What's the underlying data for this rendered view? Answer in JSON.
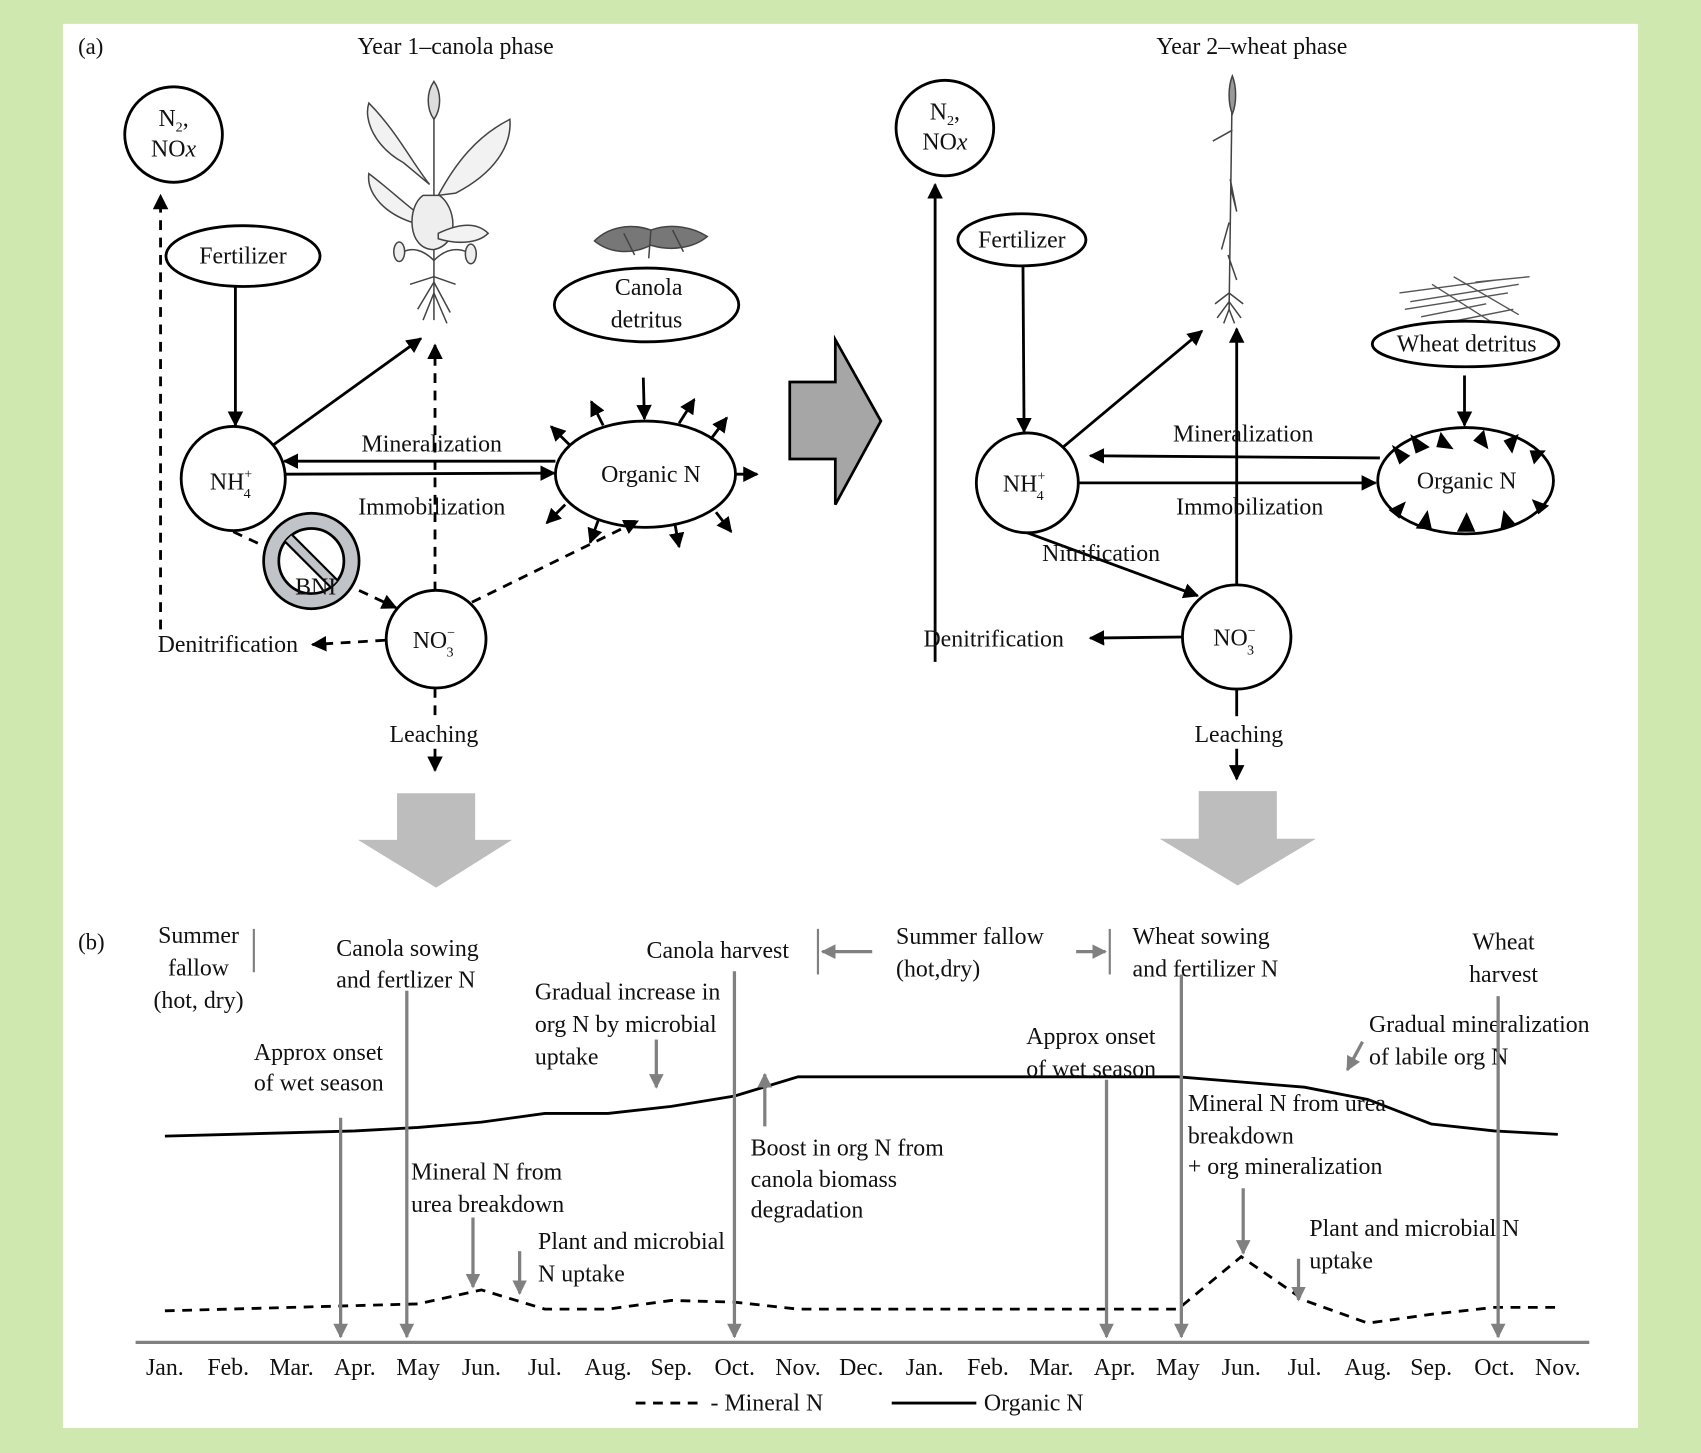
{
  "panel_a": {
    "label": "(a)",
    "year1": {
      "title": "Year 1–canola phase",
      "gas_node": {
        "line1": "N",
        "line1_sub": "2",
        "line1_suffix": ",",
        "line2": "NO",
        "line2_italic": "x"
      },
      "fertilizer": "Fertilizer",
      "detritus": {
        "line1": "Canola",
        "line2": "detritus"
      },
      "nh4": {
        "base": "NH",
        "sup": "+",
        "sub": "4"
      },
      "organic_n": "Organic N",
      "no3": {
        "base": "NO",
        "sup": "−",
        "sub": "3"
      },
      "mineralization": "Mineralization",
      "immobilization": "Immobilization",
      "bni": "BNI",
      "denitrification": "Denitrification",
      "leaching": "Leaching"
    },
    "year2": {
      "title": "Year 2–wheat phase",
      "gas_node": {
        "line1": "N",
        "line1_sub": "2",
        "line1_suffix": ",",
        "line2": "NO",
        "line2_italic": "x"
      },
      "fertilizer": "Fertilizer",
      "detritus": "Wheat detritus",
      "nh4": {
        "base": "NH",
        "sup": "+",
        "sub": "4"
      },
      "organic_n": "Organic N",
      "no3": {
        "base": "NO",
        "sup": "−",
        "sub": "3"
      },
      "mineralization": "Mineralization",
      "immobilization": "Immobilization",
      "nitrification": "Nitrification",
      "denitrification": "Denitrification",
      "leaching": "Leaching"
    }
  },
  "panel_b": {
    "label": "(b)",
    "months": [
      "Jan.",
      "Feb.",
      "Mar.",
      "Apr.",
      "May",
      "Jun.",
      "Jul.",
      "Aug.",
      "Sep.",
      "Oct.",
      "Nov.",
      "Dec.",
      "Jan.",
      "Feb.",
      "Mar.",
      "Apr.",
      "May",
      "Jun.",
      "Jul.",
      "Aug.",
      "Sep.",
      "Oct.",
      "Nov."
    ],
    "annotations": {
      "summer_fallow_1": [
        "Summer",
        "fallow",
        "(hot, dry)"
      ],
      "canola_sowing": [
        "Canola sowing",
        "and fertlizer N"
      ],
      "canola_harvest": "Canola harvest",
      "summer_fallow_2": [
        "Summer fallow",
        "(hot,dry)"
      ],
      "wheat_sowing": [
        "Wheat sowing",
        "and fertilizer N"
      ],
      "wheat_harvest": [
        "Wheat",
        "harvest"
      ],
      "wet_season_1": [
        "Approx onset",
        "of wet season"
      ],
      "gradual_increase": [
        "Gradual increase in",
        "org N by microbial",
        "uptake"
      ],
      "wet_season_2": [
        "Approx onset",
        "of wet season"
      ],
      "gradual_mineralization": [
        "Gradual mineralization",
        "of labile org N"
      ],
      "boost": [
        "Boost in org N from",
        "canola biomass",
        "degradation"
      ],
      "mineral_urea_1": [
        "Mineral N from",
        "urea breakdown"
      ],
      "uptake_1": [
        "Plant and microbial",
        "N uptake"
      ],
      "mineral_urea_2": [
        "Mineral N from urea",
        "breakdown",
        "+ org mineralization"
      ],
      "uptake_2": [
        "Plant and microbial N",
        "uptake"
      ]
    },
    "legend": {
      "mineral": "- Mineral N",
      "organic": "Organic N"
    }
  },
  "colors": {
    "page_background": "#cfe8b0",
    "panel_background": "#ffffff",
    "annotation_grey": "#808080",
    "block_arrow_dark": "#a6a6a6",
    "block_arrow_light": "#bdbdbd",
    "bni_fill": "#c0c4c8"
  },
  "chart_data": {
    "type": "line",
    "title": "",
    "xlabel": "",
    "ylabel": "",
    "categories": [
      "Jan.",
      "Feb.",
      "Mar.",
      "Apr.",
      "May",
      "Jun.",
      "Jul.",
      "Aug.",
      "Sep.",
      "Oct.",
      "Nov.",
      "Dec.",
      "Jan.",
      "Feb.",
      "Mar.",
      "Apr.",
      "May",
      "Jun.",
      "Jul.",
      "Aug.",
      "Sep.",
      "Oct.",
      "Nov."
    ],
    "y_units": "relative (qualitative, 0 = baseline, 10 = max)",
    "ylim": [
      0,
      10
    ],
    "series": [
      {
        "name": "Organic N",
        "style": "solid",
        "values": [
          5.9,
          5.95,
          6.0,
          6.05,
          6.15,
          6.3,
          6.55,
          6.55,
          6.75,
          7.05,
          7.6,
          7.6,
          7.6,
          7.6,
          7.6,
          7.6,
          7.6,
          7.45,
          7.3,
          6.95,
          6.25,
          6.05,
          5.95
        ]
      },
      {
        "name": "Mineral N",
        "style": "dashed",
        "values": [
          0.9,
          0.95,
          1.0,
          1.05,
          1.1,
          1.5,
          0.95,
          0.95,
          1.2,
          1.15,
          0.95,
          0.95,
          0.95,
          0.95,
          0.95,
          0.95,
          0.95,
          2.45,
          1.2,
          0.55,
          0.8,
          1.0,
          1.0
        ]
      }
    ],
    "legend": "bottom-center",
    "grid": false
  }
}
